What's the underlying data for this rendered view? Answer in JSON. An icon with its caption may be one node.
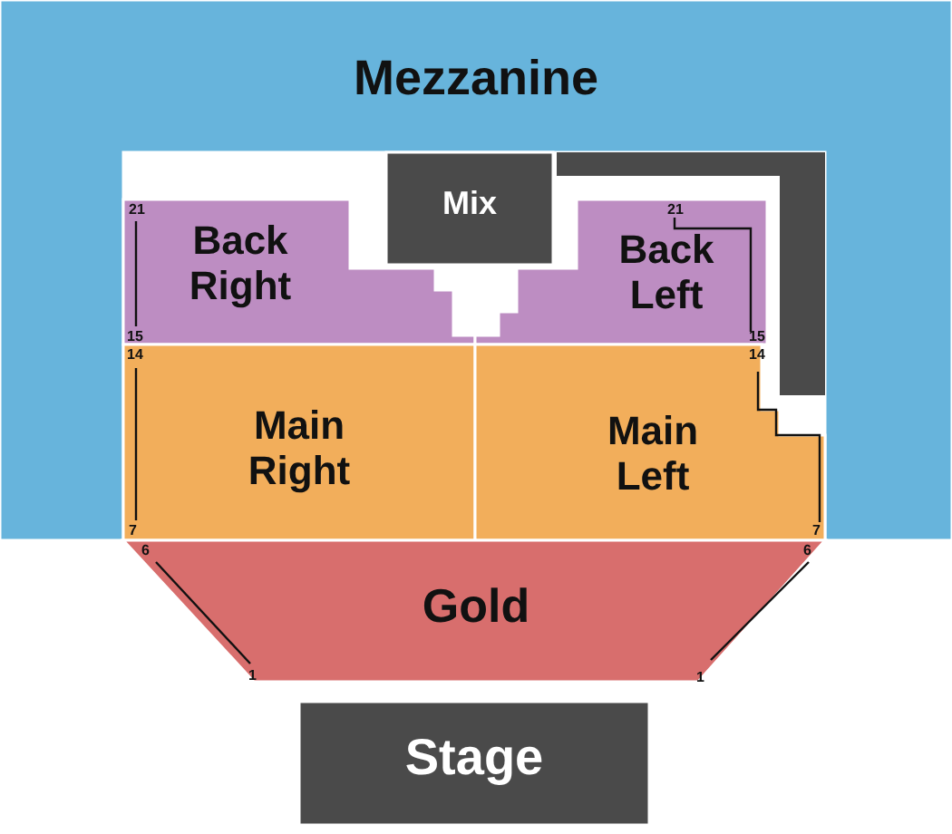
{
  "diagram": {
    "nodes": [
      {
        "text": [
          "Mezzanine"
        ]
      },
      {
        "text": [
          "Mix"
        ]
      },
      {
        "text": [
          "Back Right"
        ]
      },
      {
        "text": [
          "Back Left"
        ]
      },
      {
        "text": [
          "Main Right"
        ]
      },
      {
        "text": [
          "Main Left"
        ]
      },
      {
        "text": [
          "Gold"
        ]
      },
      {
        "text": [
          "Stage"
        ]
      }
    ],
    "edges": [],
    "labels": [
      "21",
      "21",
      "15",
      "15",
      "14",
      "14",
      "7",
      "7",
      "6",
      "6",
      "1",
      "1"
    ]
  }
}
